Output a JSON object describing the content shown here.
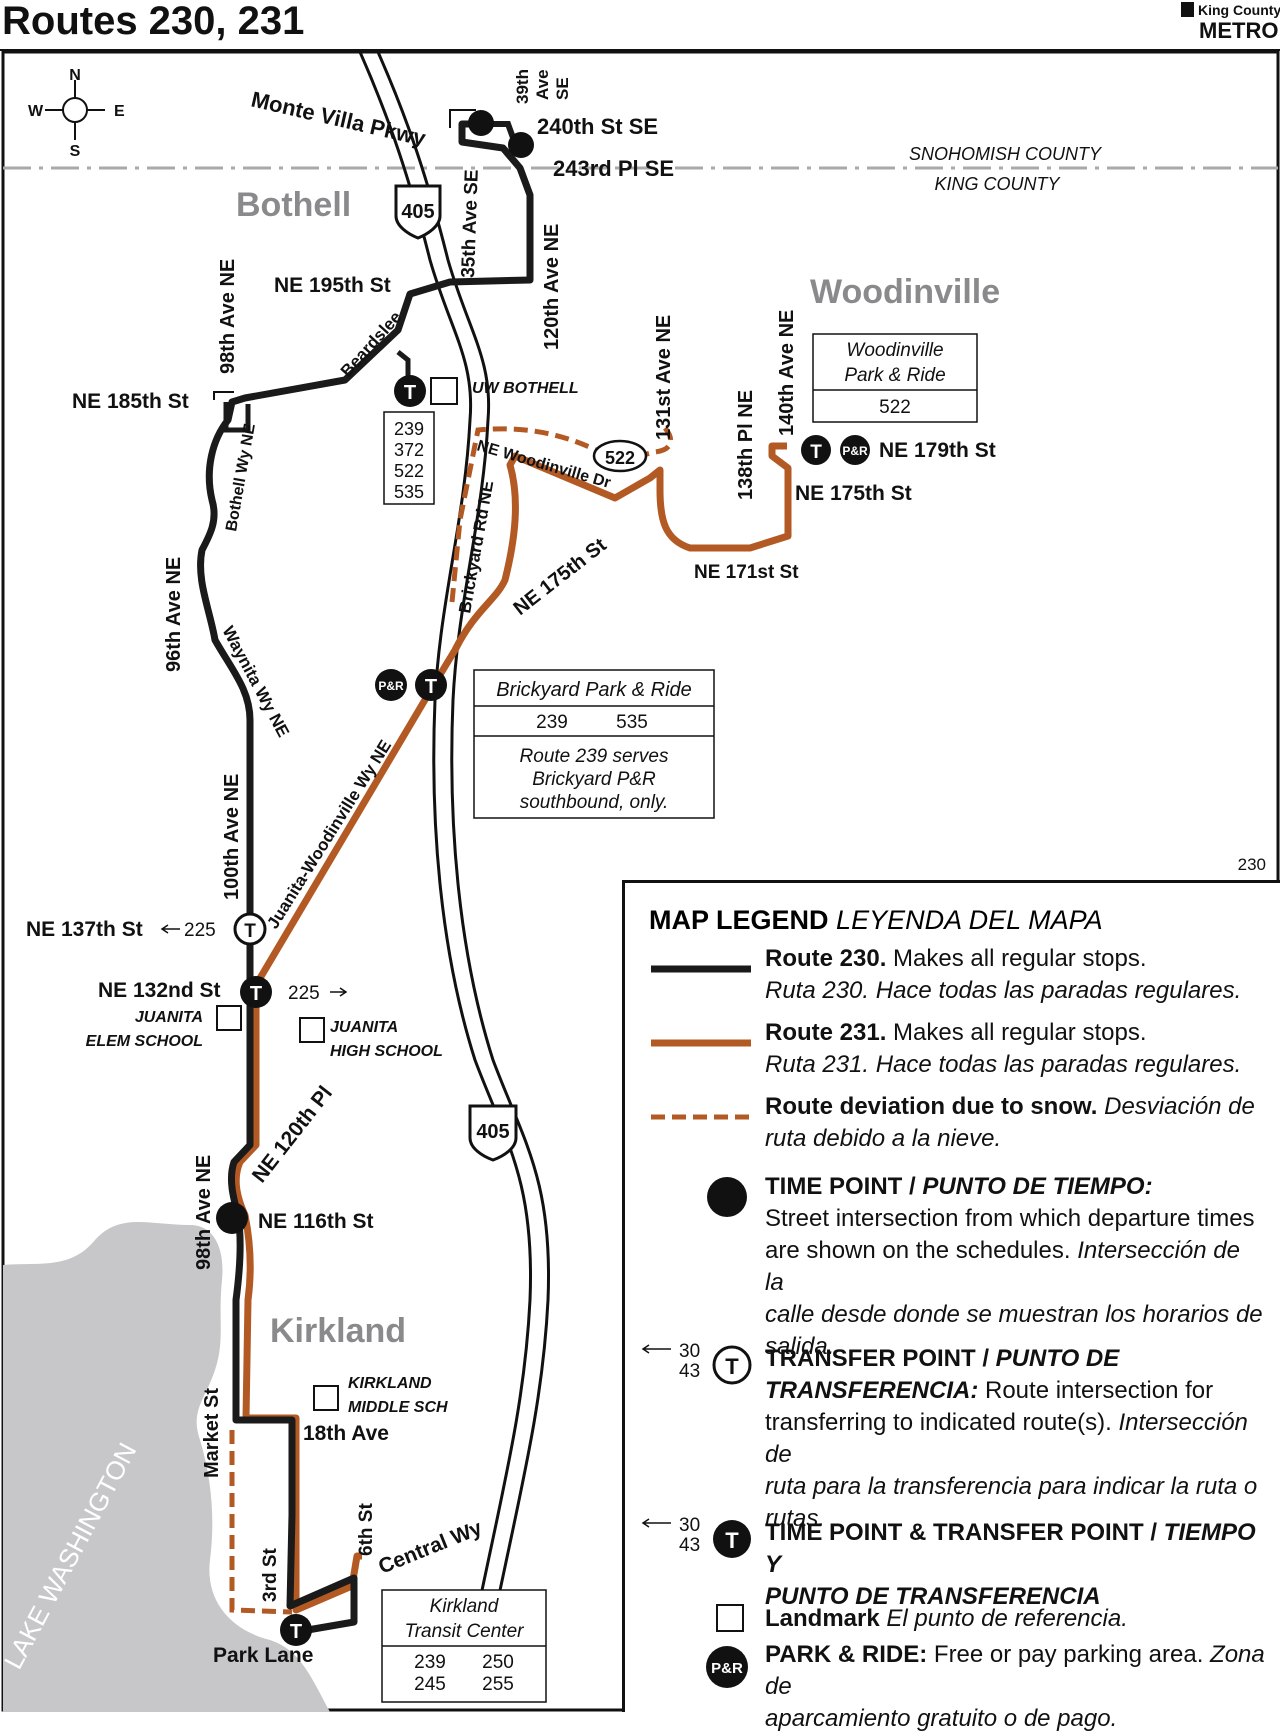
{
  "header": {
    "title": "Routes 230, 231",
    "agency_small": "King County",
    "agency_big": "METRO",
    "map_code": "230"
  },
  "compass": {
    "n": "N",
    "s": "S",
    "e": "E",
    "w": "W"
  },
  "county_line": {
    "north": "SNOHOMISH COUNTY",
    "south": "KING COUNTY"
  },
  "cities": {
    "bothell": "Bothell",
    "woodinville": "Woodinville",
    "kirkland": "Kirkland",
    "lake": "LAKE WASHINGTON"
  },
  "highway": {
    "shield": "405",
    "shield_lower": "405",
    "route522": "522"
  },
  "streets": {
    "monte_villa": "Monte Villa Pkwy",
    "ave39_a": "39th",
    "ave39_b": "Ave",
    "ave39_c": "SE",
    "st240": "240th St SE",
    "pl243": "243rd Pl SE",
    "ave35": "35th Ave SE",
    "ave120": "120th Ave NE",
    "ne195": "NE 195th St",
    "beardslee": "Beardslee",
    "ave98_top": "98th Ave NE",
    "ne185": "NE 185th St",
    "bothell_wy": "Bothell Wy NE",
    "ave96": "96th Ave NE",
    "waynita": "Waynita Wy NE",
    "ave100": "100th Ave NE",
    "ave131": "131st Ave NE",
    "ave140": "140th Ave NE",
    "pl138": "138th Pl NE",
    "ne179": "NE 179th St",
    "ne175_east": "NE 175th St",
    "ne171": "NE 171st St",
    "woodinville_dr": "NE Woodinville Dr",
    "brickyard": "Brickyard Rd NE",
    "ne175_west": "NE 175th St",
    "juanita_wood": "Juanita-Woodinville Wy NE",
    "ne137": "NE 137th St",
    "ne132": "NE 132nd St",
    "pl120": "NE 120th Pl",
    "ave98_bottom": "98th Ave NE",
    "ne116": "NE 116th St",
    "market": "Market St",
    "ave18": "18th Ave",
    "st3": "3rd St",
    "st6": "6th St",
    "central": "Central Wy",
    "park_lane": "Park Lane"
  },
  "transfers": {
    "r225_west": "225",
    "r225_east": "225"
  },
  "landmarks": {
    "uw_bothell": "UW BOTHELL",
    "juanita_elem_1": "JUANITA",
    "juanita_elem_2": "ELEM SCHOOL",
    "juanita_high_1": "JUANITA",
    "juanita_high_2": "HIGH SCHOOL",
    "kirkland_mid_1": "KIRKLAND",
    "kirkland_mid_2": "MIDDLE SCH"
  },
  "boxes": {
    "uw_routes": [
      "239",
      "372",
      "522",
      "535"
    ],
    "woodinville_pr": {
      "title1": "Woodinville",
      "title2": "Park & Ride",
      "routes": "522"
    },
    "brickyard_pr": {
      "title": "Brickyard Park & Ride",
      "r1": "239",
      "r2": "535",
      "note1": "Route 239 serves",
      "note2": "Brickyard P&R",
      "note3": "southbound, only."
    },
    "kirkland_tc": {
      "title1": "Kirkland",
      "title2": "Transit Center",
      "r1": "239",
      "r2": "250",
      "r3": "245",
      "r4": "255"
    }
  },
  "symbols": {
    "transfer": "T",
    "park_ride": "P&R"
  },
  "legend": {
    "title": "MAP LEGEND",
    "title_es": "LEYENDA DEL MAPA",
    "r230_bold": "Route 230.",
    "r230_text": " Makes all regular stops.",
    "r230_es": "Ruta 230. Hace todas las paradas regulares.",
    "r231_bold": "Route 231.",
    "r231_text": " Makes all regular stops.",
    "r231_es": "Ruta 231. Hace todas las paradas regulares.",
    "snow_bold": "Route deviation due to snow.",
    "snow_es_a": " Desviación de",
    "snow_es_b": "ruta debido a la nieve.",
    "tp_bold": "TIME POINT / ",
    "tp_bold_es": "PUNTO DE TIEMPO:",
    "tp_1": "Street intersection from which departure times",
    "tp_2a": "are shown on the schedules. ",
    "tp_2b": "Intersección de la",
    "tp_3": "calle desde donde se muestran los horarios de",
    "tp_4": "salida.",
    "xp_bold": "TRANSFER POINT / ",
    "xp_bold_es": "PUNTO DE",
    "xp_2bold": "TRANSFERENCIA:",
    "xp_2": " Route intersection for",
    "xp_3a": "transferring to indicated route(s). ",
    "xp_3b": "Intersección de",
    "xp_4": "ruta para la transferencia para indicar la ruta o",
    "xp_5": "rutas.",
    "txp_bold": "TIME POINT & TRANSFER POINT / ",
    "txp_bold_es": "TIEMPO Y",
    "txp_2": "PUNTO DE TRANSFERENCIA",
    "lm_bold": "Landmark",
    "lm_es": " El punto de referencia.",
    "pr_bold": "PARK & RIDE:",
    "pr_text": " Free or pay parking area. ",
    "pr_es_a": "Zona de",
    "pr_es_b": "aparcamiento gratuito o de pago.",
    "sample_routes_top": "30",
    "sample_routes_bottom": "43"
  },
  "colors": {
    "route230": "#1a1a1a",
    "route231": "#b35a24",
    "lake": "#c7c7c9",
    "county_line": "#a9a9a9"
  }
}
